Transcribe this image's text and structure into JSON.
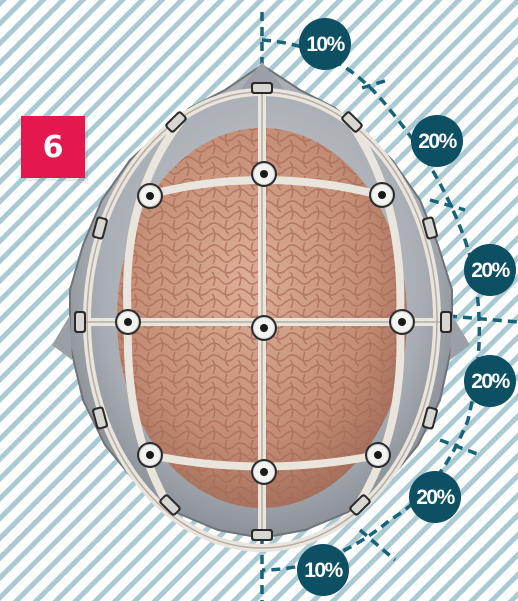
{
  "panel_label": "6",
  "percent_labels": [
    {
      "id": "top",
      "text": "10%"
    },
    {
      "id": "upper",
      "text": "20%"
    },
    {
      "id": "mid-upper",
      "text": "20%"
    },
    {
      "id": "mid-lower",
      "text": "20%"
    },
    {
      "id": "lower",
      "text": "20%"
    },
    {
      "id": "bottom",
      "text": "10%"
    }
  ],
  "colors": {
    "badge": "#0d4f63",
    "dashed_line": "#15647a",
    "panel_label_bg": "#e4174f",
    "hatch": "#9fc3cf",
    "cap_frame": "#e9e4dc",
    "brain": "#c9937c"
  },
  "electrode_icon": "electrode-disc-icon"
}
